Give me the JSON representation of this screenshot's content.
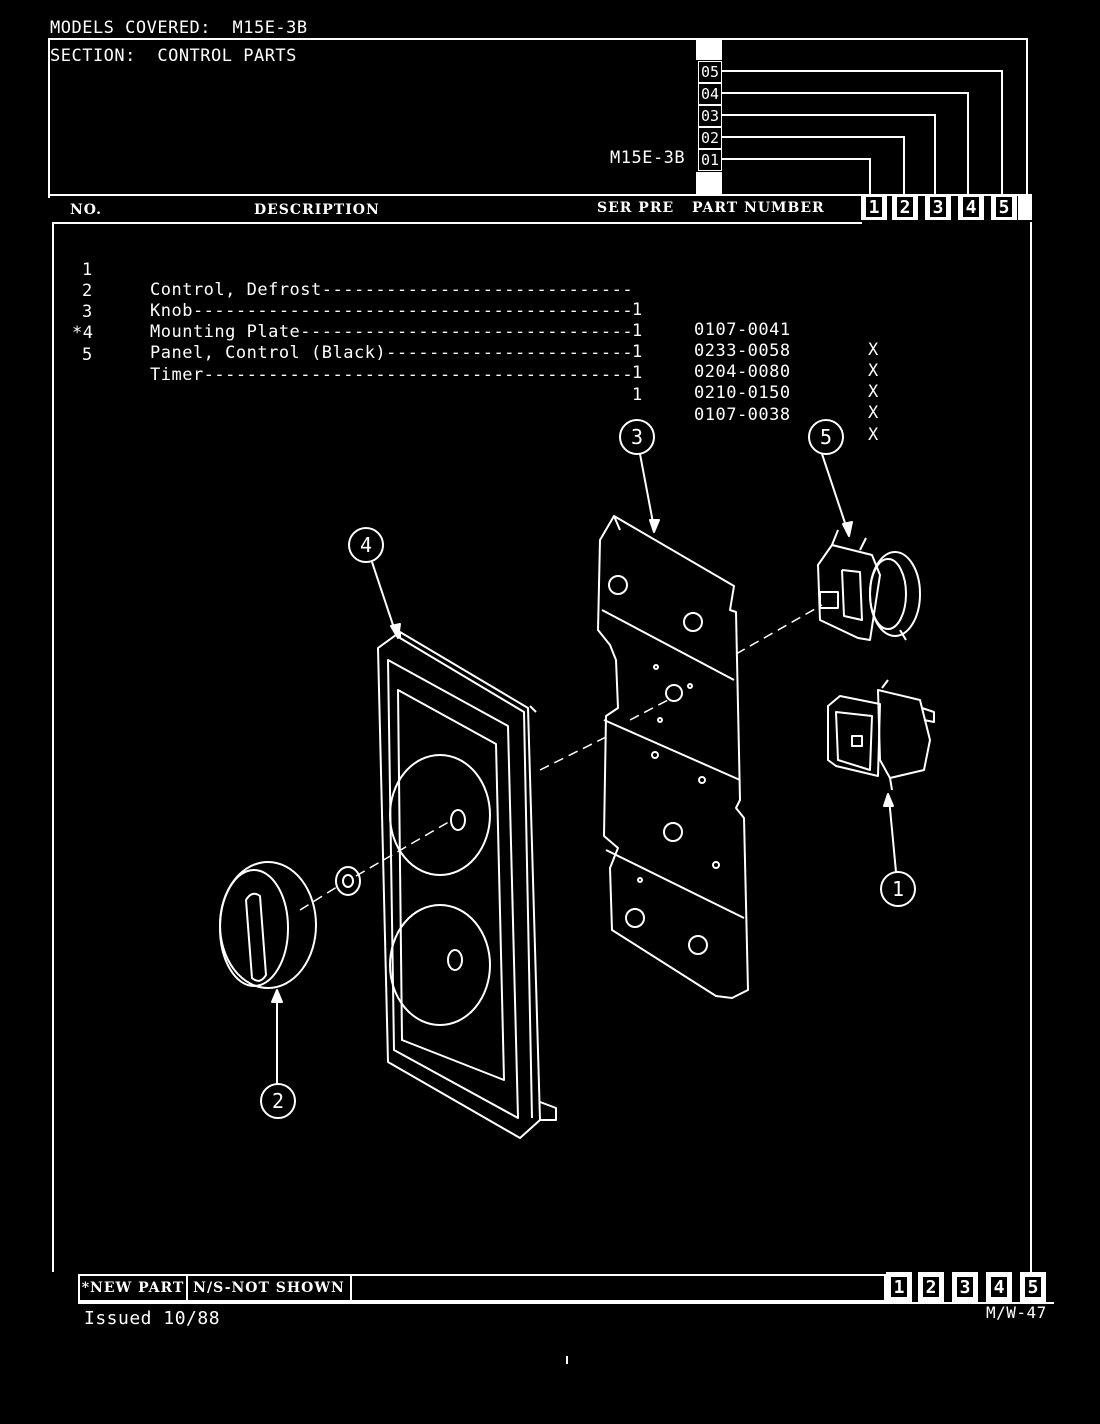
{
  "header": {
    "models_covered": "MODELS COVERED:  M15E-3B",
    "section": "SECTION:  CONTROL PARTS",
    "model_label": "M15E-3B",
    "model_columns": [
      "05",
      "04",
      "03",
      "02",
      "01"
    ]
  },
  "table": {
    "columns": {
      "no": "NO.",
      "description": "DESCRIPTION",
      "ser_pre": "SER PRE",
      "part_number": "PART NUMBER"
    },
    "column_numbers": [
      "1",
      "2",
      "3",
      "4",
      "5"
    ],
    "rows": [
      {
        "no": "1",
        "description": "Control, Defrost-----------------------------",
        "qty": "1",
        "part": "0107-0041",
        "mark": "X"
      },
      {
        "no": "2",
        "description": "Knob-----------------------------------------",
        "qty": "1",
        "part": "0233-0058",
        "mark": "X"
      },
      {
        "no": "3",
        "description": "Mounting Plate-------------------------------",
        "qty": "1",
        "part": "0204-0080",
        "mark": "X"
      },
      {
        "no": "*4",
        "description": "Panel, Control (Black)-----------------------",
        "qty": "1",
        "part": "0210-0150",
        "mark": "X"
      },
      {
        "no": "5",
        "description": "Timer----------------------------------------",
        "qty": "1",
        "part": "0107-0038",
        "mark": "X"
      }
    ]
  },
  "diagram": {
    "callouts": [
      "3",
      "5",
      "4",
      "1",
      "2"
    ]
  },
  "footer": {
    "new_part": "*NEW PART",
    "not_shown": "N/S-NOT SHOWN",
    "column_numbers": [
      "1",
      "2",
      "3",
      "4",
      "5"
    ],
    "issued": "Issued 10/88",
    "page_code": "M/W-47"
  }
}
